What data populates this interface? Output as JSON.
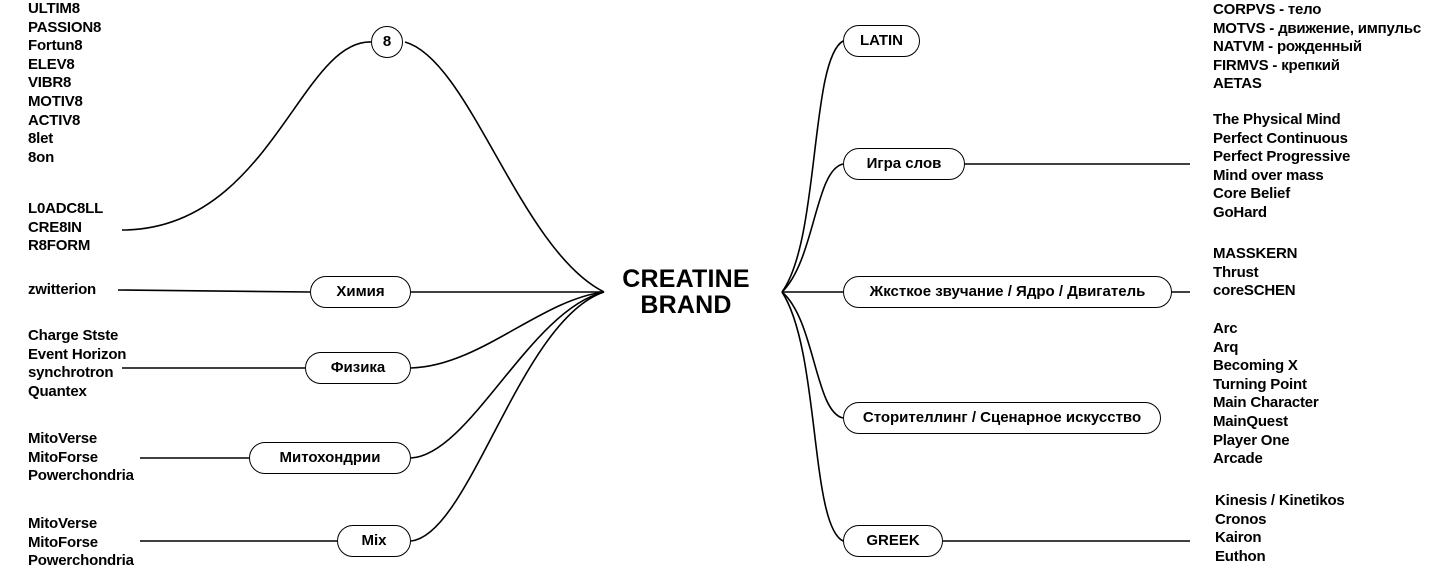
{
  "title": {
    "line1": "CREATINE",
    "line2": "BRAND"
  },
  "left_branches": [
    {
      "label": "8",
      "groups": [
        [
          "ULTIM8",
          "PASSION8",
          "Fortun8",
          "ELEV8",
          "VIBR8",
          "MOTIV8",
          "ACTIV8",
          "8let",
          "8on"
        ],
        [
          "L0ADC8LL",
          "CRE8IN",
          "R8FORM"
        ]
      ]
    },
    {
      "label": "Химия",
      "groups": [
        [
          "zwitterion"
        ]
      ]
    },
    {
      "label": "Физика",
      "groups": [
        [
          "Charge Stste",
          "Event Horizon",
          "synchrotron",
          "Quantex"
        ]
      ]
    },
    {
      "label": "Митохондрии",
      "groups": [
        [
          "MitoVerse",
          "MitoForse",
          "Powerchondria"
        ]
      ]
    },
    {
      "label": "Mix",
      "groups": [
        [
          "MitoVerse",
          "MitoForse",
          "Powerchondria"
        ]
      ]
    }
  ],
  "right_branches": [
    {
      "label": "LATIN",
      "groups": [
        [
          "CORPVS - тело",
          "MOTVS - движение, импульс",
          "NATVM - рожденный",
          "FIRMVS - крепкий",
          "AETAS"
        ]
      ]
    },
    {
      "label": "Игра слов",
      "groups": [
        [
          "The Physical Mind",
          "Perfect Continuous",
          "Perfect Progressive",
          "Mind over mass",
          "Core Belief",
          "GoHard"
        ]
      ]
    },
    {
      "label": "Жксткое звучание / Ядро / Двигатель",
      "groups": [
        [
          "MASSKERN",
          "Thrust",
          "coreSCHEN"
        ]
      ]
    },
    {
      "label": "Сторителлинг / Сценарное искусство",
      "groups": [
        [
          "Arc",
          "Arq",
          "Becoming X",
          "Turning Point",
          "Main Character",
          "MainQuest",
          "Player One",
          "Arcade"
        ]
      ]
    },
    {
      "label": "GREEK",
      "groups": [
        [
          "Kinesis / Kinetikos",
          "Cronos",
          "Kairon",
          "Euthon"
        ]
      ]
    }
  ]
}
